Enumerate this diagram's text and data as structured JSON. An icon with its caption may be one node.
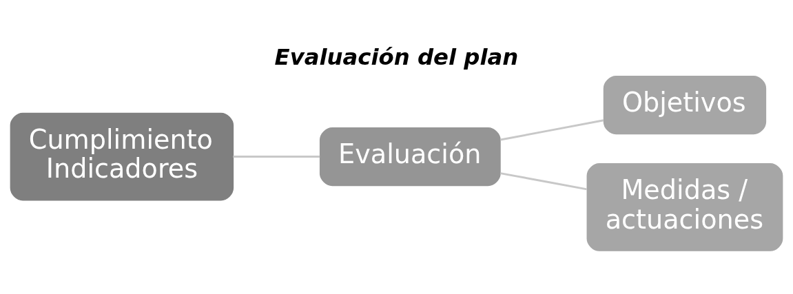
{
  "diagram": {
    "title": "Evaluación del plan",
    "nodes": [
      {
        "text": [
          "Cumplimiento Indicadores"
        ]
      },
      {
        "text": [
          "Evaluación"
        ]
      },
      {
        "text": [
          "Objetivos"
        ]
      },
      {
        "text": [
          "Medidas / actuaciones"
        ]
      }
    ],
    "edges": [
      {
        "from": 0,
        "to": 1,
        "arrow": "none"
      },
      {
        "from": 1,
        "to": 2,
        "arrow": "none"
      },
      {
        "from": 1,
        "to": 3,
        "arrow": "none"
      }
    ]
  }
}
